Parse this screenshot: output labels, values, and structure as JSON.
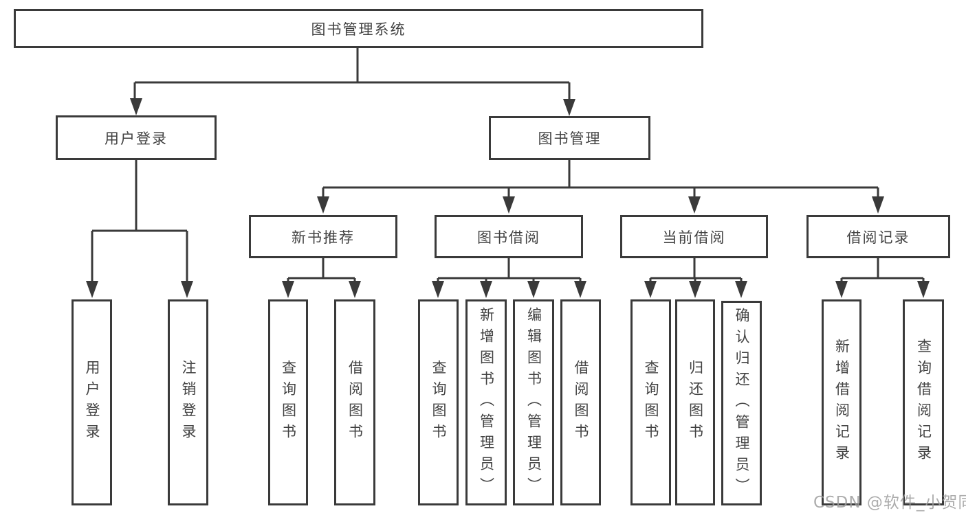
{
  "diagram_type": "tree-diagram",
  "colors": {
    "line": "#3a3a3a",
    "border": "#3a3a3a",
    "text": "#424242",
    "box_background": "#ffffff",
    "watermark": "#9e9e9e"
  },
  "tree": {
    "root": {
      "label": "图书管理系统"
    },
    "children": [
      {
        "label": "用户登录",
        "children": [
          {
            "label": "用户登录"
          },
          {
            "label": "注销登录"
          }
        ]
      },
      {
        "label": "图书管理",
        "children": [
          {
            "label": "新书推荐",
            "children": [
              {
                "label": "查询图书"
              },
              {
                "label": "借阅图书"
              }
            ]
          },
          {
            "label": "图书借阅",
            "children": [
              {
                "label": "查询图书"
              },
              {
                "label": "新增图书（管理员）"
              },
              {
                "label": "编辑图书（管理员）"
              },
              {
                "label": "借阅图书"
              }
            ]
          },
          {
            "label": "当前借阅",
            "children": [
              {
                "label": "查询图书"
              },
              {
                "label": "归还图书"
              },
              {
                "label": "确认归还（管理员）"
              }
            ]
          },
          {
            "label": "借阅记录",
            "children": [
              {
                "label": "新增借阅记录"
              },
              {
                "label": "查询借阅记录"
              }
            ]
          }
        ]
      }
    ]
  },
  "watermark": {
    "text": "CSDN @软件_小贺同学"
  }
}
